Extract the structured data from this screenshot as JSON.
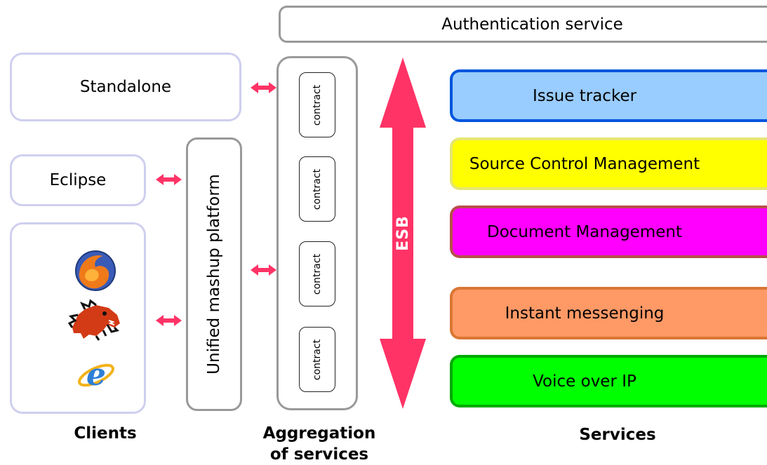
{
  "top": {
    "auth_label": "Authentication service"
  },
  "clients": {
    "standalone_label": "Standalone",
    "eclipse_label": "Eclipse",
    "browsers": [
      {
        "icon": "firefox-icon"
      },
      {
        "icon": "mozilla-icon"
      },
      {
        "icon": "internet-explorer-icon"
      }
    ],
    "section_label": "Clients"
  },
  "mashup": {
    "label": "Unified mashup platform"
  },
  "aggregation": {
    "contracts": [
      "contract",
      "contract",
      "contract",
      "contract"
    ],
    "section_label_line1": "Aggregation",
    "section_label_line2": "of services"
  },
  "esb": {
    "label": "ESB",
    "color": "#ff3366"
  },
  "services": {
    "items": [
      {
        "label": "Issue tracker",
        "fill": "#99ccff",
        "border": "#0055dd"
      },
      {
        "label": "Source Control Management",
        "fill": "#ffff00",
        "border": "#e6e673"
      },
      {
        "label": "Document Management",
        "fill": "#ff00ff",
        "border": "#b5504a"
      },
      {
        "label": "Instant messenging",
        "fill": "#ff9966",
        "border": "#d97733"
      },
      {
        "label": "Voice over IP",
        "fill": "#00ff00",
        "border": "#00aa00"
      }
    ],
    "section_label": "Services"
  },
  "arrow_color": "#ff3366"
}
